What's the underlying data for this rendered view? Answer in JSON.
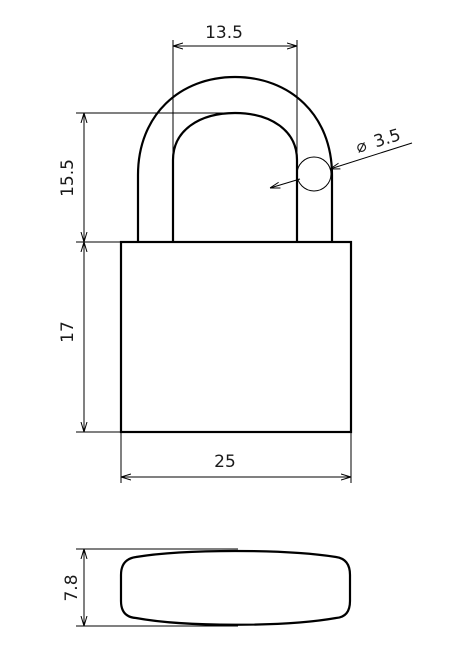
{
  "drawing": {
    "dimensions": {
      "shackle_inner_width": "13.5",
      "shackle_height": "15.5",
      "shackle_diameter": "3.5",
      "diameter_symbol": "⌀",
      "body_height": "17",
      "body_width": "25",
      "body_thickness": "7.8"
    }
  }
}
